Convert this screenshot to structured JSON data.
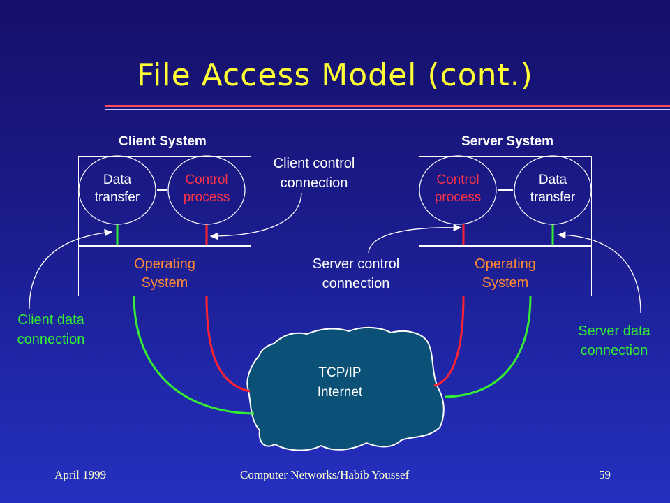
{
  "slide": {
    "title": "File Access Model (cont.)"
  },
  "client": {
    "label": "Client System",
    "data_transfer": [
      "Data",
      "transfer"
    ],
    "control_process": [
      "Control",
      "process"
    ],
    "os": [
      "Operating",
      "System"
    ]
  },
  "server": {
    "label": "Server System",
    "data_transfer": [
      "Data",
      "transfer"
    ],
    "control_process": [
      "Control",
      "process"
    ],
    "os": [
      "Operating",
      "System"
    ]
  },
  "annotations": {
    "client_control": [
      "Client control",
      "connection"
    ],
    "server_control": [
      "Server control",
      "connection"
    ],
    "client_data": [
      "Client data",
      "connection"
    ],
    "server_data": [
      "Server data",
      "connection"
    ]
  },
  "network": {
    "label": [
      "TCP/IP",
      "Internet"
    ]
  },
  "colors": {
    "control_line": "#ff2233",
    "data_line": "#33ee33",
    "cloud_fill": "#0b5077"
  },
  "footer": {
    "date": "April 1999",
    "course": "Computer Networks/Habib Youssef",
    "page": "59"
  }
}
